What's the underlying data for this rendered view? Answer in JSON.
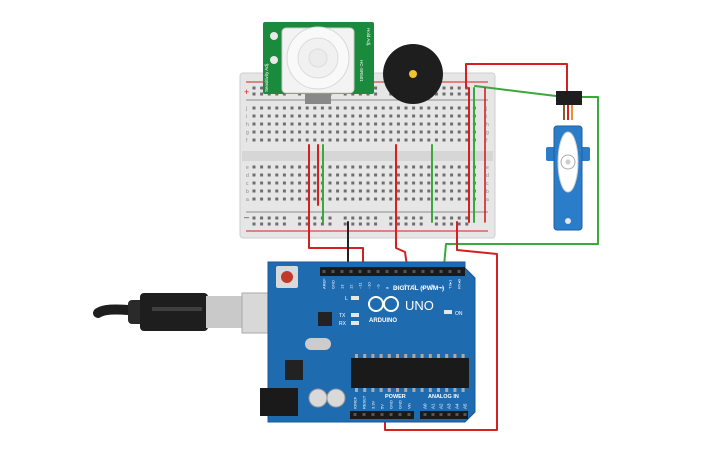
{
  "pir": {
    "side_left": "Sensitivity Adj.",
    "side_right": "Hold Adj.",
    "model": "HC-SR501"
  },
  "arduino": {
    "brand": "ARDUINO",
    "model": "UNO",
    "digital_label": "DIGITAL (PWM~)",
    "analog_label": "ANALOG IN",
    "power_label": "POWER",
    "on_label": "ON",
    "l_label": "L",
    "tx_label": "TX",
    "rx_label": "RX",
    "digital_pins": [
      "AREF",
      "GND",
      "13",
      "12",
      "~11",
      "~10",
      "~9",
      "8",
      "7",
      "~6",
      "~5",
      "4",
      "~3",
      "2",
      "TX▸1",
      "RX◂0"
    ],
    "power_pins": [
      "IOREF",
      "RESET",
      "3.3V",
      "5V",
      "GND",
      "GND",
      "Vin"
    ],
    "analog_pins": [
      "A0",
      "A1",
      "A2",
      "A3",
      "A4",
      "A5"
    ]
  },
  "breadboard": {
    "row_letters": [
      "j",
      "i",
      "h",
      "g",
      "f",
      "e",
      "d",
      "c",
      "b",
      "a"
    ],
    "plus": "+",
    "minus": "–"
  },
  "colors": {
    "arduino_blue": "#1f6bb0",
    "breadboard": "#e8e8e8",
    "wire_red": "#d42020",
    "wire_green": "#3aa83a",
    "wire_black": "#222222",
    "servo_blue": "#2b7cc9",
    "pir_green": "#1a8a3c"
  }
}
